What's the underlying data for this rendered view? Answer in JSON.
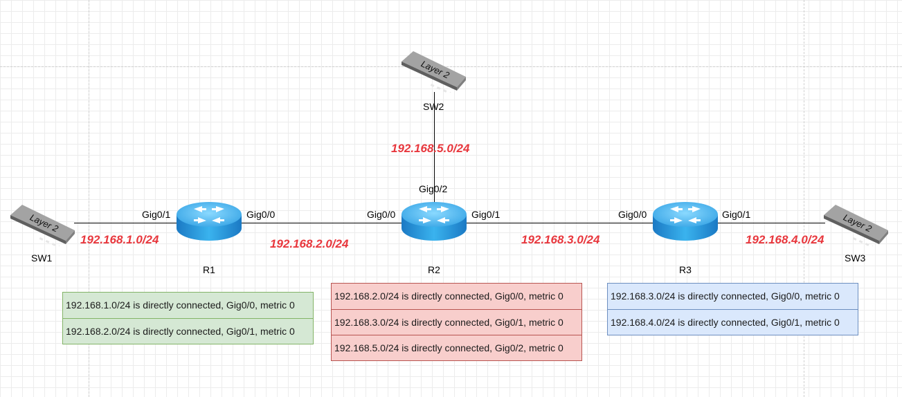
{
  "devices": {
    "sw1": {
      "name": "SW1",
      "face": "Layer 2"
    },
    "sw2": {
      "name": "SW2",
      "face": "Layer 2"
    },
    "sw3": {
      "name": "SW3",
      "face": "Layer 2"
    },
    "r1": {
      "name": "R1"
    },
    "r2": {
      "name": "R2"
    },
    "r3": {
      "name": "R3"
    }
  },
  "interfaces": {
    "r1_left": "Gig0/1",
    "r1_right": "Gig0/0",
    "r2_left": "Gig0/0",
    "r2_right": "Gig0/1",
    "r2_top": "Gig0/2",
    "r3_left": "Gig0/0",
    "r3_right": "Gig0/1"
  },
  "subnets": {
    "s1": "192.168.1.0/24",
    "s2": "192.168.2.0/24",
    "s3": "192.168.3.0/24",
    "s4": "192.168.4.0/24",
    "s5": "192.168.5.0/24"
  },
  "routing_tables": {
    "r1": [
      "192.168.1.0/24 is directly connected, Gig0/0, metric 0",
      "192.168.2.0/24 is directly connected, Gig0/1, metric 0"
    ],
    "r2": [
      "192.168.2.0/24 is directly connected, Gig0/0, metric 0",
      "192.168.3.0/24 is directly connected, Gig0/1, metric 0",
      "192.168.5.0/24 is directly connected, Gig0/2, metric 0"
    ],
    "r3": [
      "192.168.3.0/24 is directly connected, Gig0/0, metric 0",
      "192.168.4.0/24 is directly connected, Gig0/1, metric 0"
    ]
  },
  "colors": {
    "subnet_label": "#e8373d",
    "router_body": "#2b9fe0",
    "table_r1": "#d5e8d4",
    "table_r2": "#f8cecc",
    "table_r3": "#dae8fc"
  }
}
